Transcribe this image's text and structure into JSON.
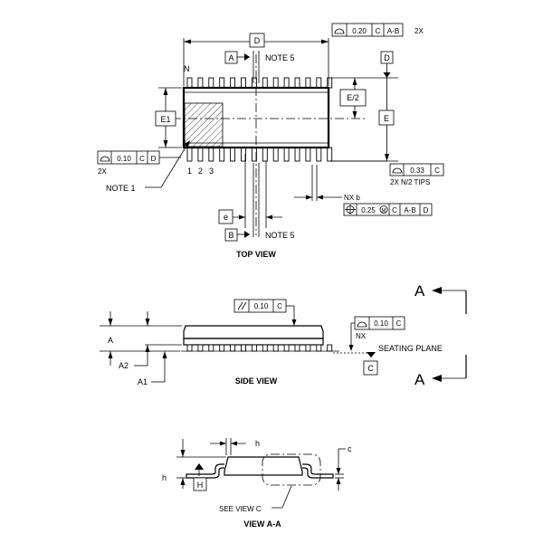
{
  "top_view": {
    "caption": "TOP VIEW",
    "dim_D": "D",
    "dim_E": "E",
    "dim_E1": "E1",
    "dim_E2": "E/2",
    "dim_e": "e",
    "pin_N": "N",
    "pin_1": "1",
    "pin_2": "2",
    "pin_3": "3",
    "note_1": "NOTE 1",
    "note_5_top": "NOTE 5",
    "note_5_bottom": "NOTE 5",
    "datum_A": "A",
    "datum_B": "B",
    "datum_D": "D",
    "fcf_top": {
      "value": "0.20",
      "datum1": "C",
      "datum2": "A-B",
      "suffix": "2X"
    },
    "fcf_left": {
      "value": "0.10",
      "datum1": "C",
      "datum2": "D",
      "suffix": "2X"
    },
    "fcf_right": {
      "value": "0.33",
      "datum1": "C",
      "suffix": "2X N/2 TIPS"
    },
    "nxb_label": "NX b",
    "fcf_pos": {
      "value": "0.25",
      "modifier": "M",
      "datum1": "C",
      "datum2": "A-B",
      "datum3": "D"
    }
  },
  "side_view": {
    "caption": "SIDE VIEW",
    "dim_A": "A",
    "dim_A1": "A1",
    "dim_A2": "A2",
    "fcf_parallel": {
      "value": "0.10",
      "datum1": "C"
    },
    "fcf_profile": {
      "value": "0.10",
      "datum1": "C"
    },
    "nx_label": "NX",
    "seating_plane": "SEATING PLANE",
    "datum_C": "C",
    "section_A_top": "A",
    "section_A_bottom": "A"
  },
  "view_aa": {
    "caption": "VIEW A-A",
    "dim_h_top": "h",
    "dim_h_left": "h",
    "dim_c": "c",
    "datum_H": "H",
    "see_view": "SEE VIEW C"
  }
}
